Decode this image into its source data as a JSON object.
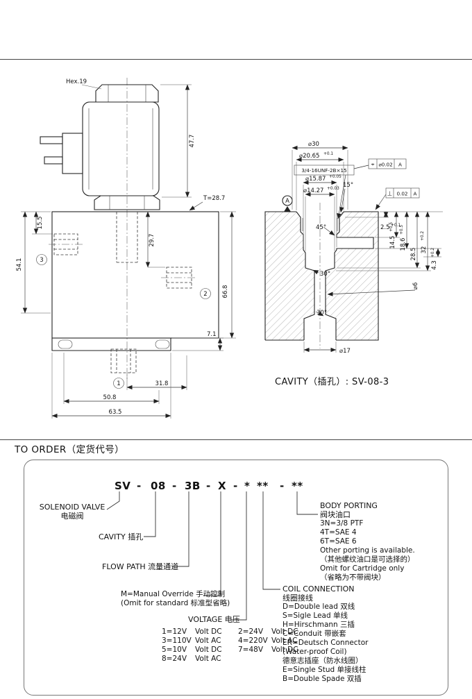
{
  "captions": {
    "cavity": "CAVITY（插孔）: SV-08-3"
  },
  "valve": {
    "hex_label": "Hex.19",
    "t_label": "T=28.7",
    "dim_47_7": "47.7",
    "dim_15_5": "15.5",
    "dim_54_1": "54.1",
    "dim_29_7": "29.7",
    "dim_66_8": "66.8",
    "dim_7_1": "7.1",
    "dim_31_8": "31.8",
    "dim_50_8": "50.8",
    "dim_63_5": "63.5",
    "port_1": "1",
    "port_2": "2",
    "port_3": "3"
  },
  "cavity_drawing": {
    "dia_30": "⌀30",
    "dia_20_65": "⌀20.65",
    "dia_20_65_tol": "+0.1",
    "thread": "3/4-16UNF-2B×15",
    "dia_15_87": "⌀15.87",
    "dia_15_87_tol": "+0.05",
    "dia_14_27": "⌀14.27",
    "dia_14_27_tol": "+0.03",
    "tol_position_sym": "⌖",
    "tol_position_val": "⌀0.02",
    "tol_position_datum": "A",
    "tol_perp_sym": "⊥",
    "tol_perp_val": "0.02",
    "tol_perp_datum": "A",
    "datum_label": "A",
    "angle_15": "15°",
    "angle_45": "45°",
    "angle_30a": "30°",
    "angle_30b": "30°",
    "depth_2_5": "2.5",
    "depth_2_5_tol": "+0.1",
    "depth_14_5": "14.5",
    "depth_14_5_tol": "+0.5",
    "depth_18_6": "18.6",
    "depth_18_6_tol": "+0.5",
    "depth_28_5": "28.5",
    "depth_32": "32",
    "depth_32_tol": "+0.2",
    "depth_4_3": "4.3",
    "depth_4_3_tol": "+0.2",
    "dia_6": "⌀6",
    "dia_17": "⌀17"
  },
  "order": {
    "title": "TO ORDER（定货代号）",
    "code": [
      "SV",
      "-",
      "08",
      "-",
      "3B",
      "-",
      "X",
      "-",
      "*",
      "**",
      "-",
      "**"
    ],
    "solenoid_valve_en": "SOLENOID VALVE",
    "solenoid_valve_zh": "电磁阀",
    "cavity_label": "CAVITY 插孔",
    "flow_path_label": "FLOW PATH 流量通道",
    "manual_line1": "M=Manual Override 手动控制",
    "manual_line2": "(Omit for standard 标准型省略)",
    "voltage_label": "VOLTAGE 电压",
    "voltage_rows": [
      [
        "1=12V",
        "Volt DC",
        "2=24V",
        "Volt DC"
      ],
      [
        "3=110V",
        "Volt AC",
        "4=220V",
        "Volt AC"
      ],
      [
        "5=10V",
        "Volt DC",
        "7=48V",
        "Volt DC"
      ],
      [
        "8=24V",
        "Volt AC",
        "",
        ""
      ]
    ],
    "coil_title_en": "COIL CONNECTION",
    "coil_title_zh": "线圈接线",
    "coil_items": [
      "D=Double lead 双线",
      "S=Sigle Lead 单线",
      "H=Hirschmann 三插",
      "C=Conduit 带嵌套",
      "ER=Deutsch Connector",
      "(Water-proof Coil)",
      "德意志插座（防水线圈）",
      "E=Single Stud 单接线柱",
      "B=Double Spade 双插"
    ],
    "porting_title_en": "BODY PORTING",
    "porting_title_zh": "阀块油口",
    "porting_items": [
      "3N=3/8 PTF",
      "4T=SAE 4",
      "6T=SAE 6",
      "Other porting is available.",
      "（其他螺纹油口是可选择的）",
      "Omit for Cartridge only",
      "（省略为不带阀块）"
    ]
  }
}
